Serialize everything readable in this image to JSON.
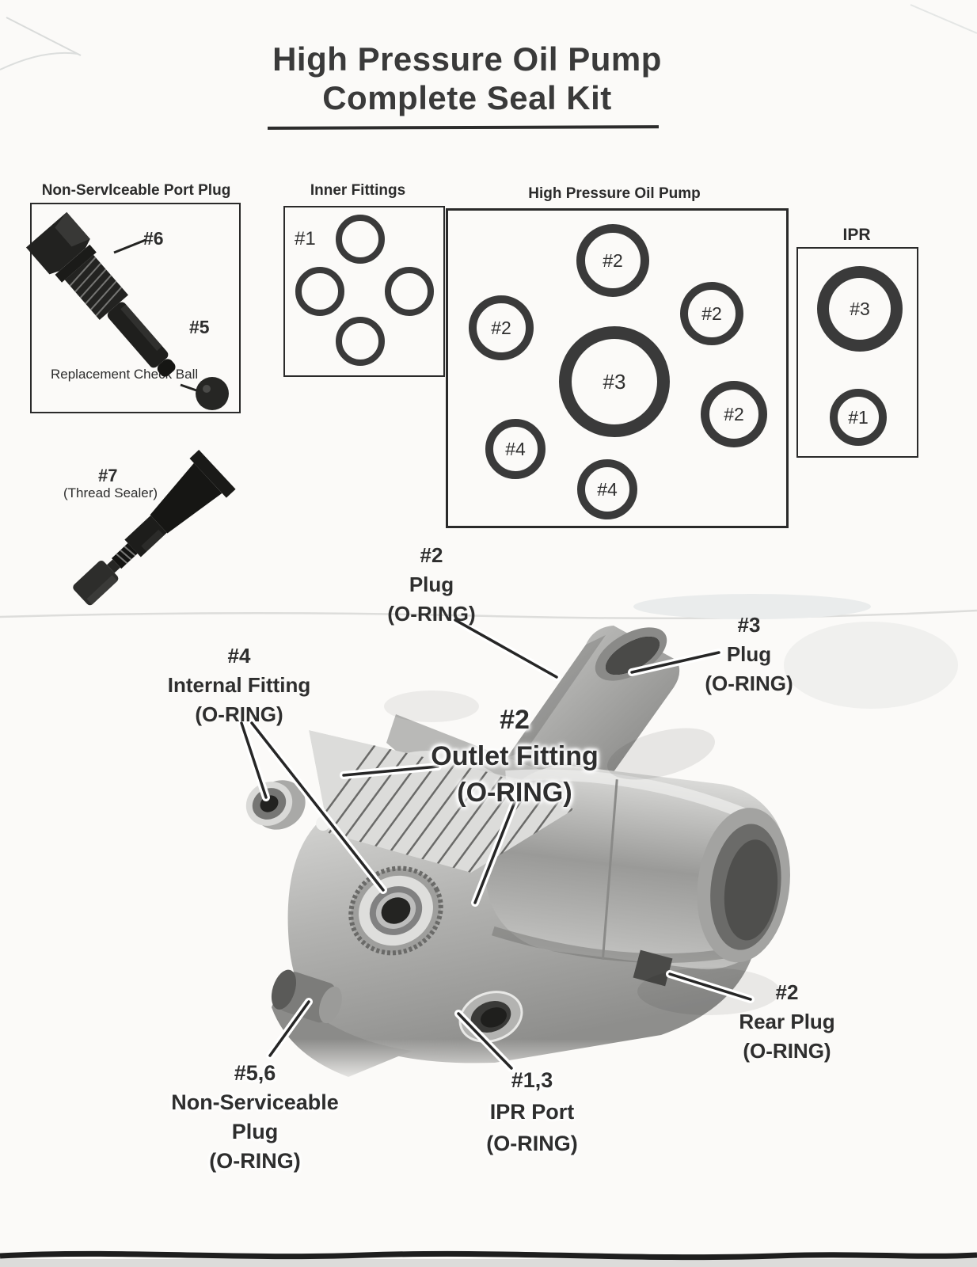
{
  "title": {
    "line1": "High Pressure Oil Pump",
    "line2": "Complete Seal Kit"
  },
  "port_plug_box": {
    "title": "Non-Servlceable Port Plug",
    "plug_head_label": "#6",
    "plug_shaft_label": "#5",
    "check_ball_label": "Replacement Check Ball"
  },
  "inner_fittings_box": {
    "title": "Inner Fittings",
    "ring_label": "#1"
  },
  "oil_pump_box": {
    "title": "High Pressure Oil Pump",
    "rings": [
      "#2",
      "#2",
      "#2",
      "#3",
      "#2",
      "#4",
      "#4"
    ]
  },
  "ipr_box": {
    "title": "IPR",
    "ring_top_label": "#3",
    "ring_bottom_label": "#1"
  },
  "thread_sealer": {
    "label": "#7",
    "sublabel": "(Thread Sealer)"
  },
  "callouts": {
    "plug_top": {
      "num": "#2",
      "name": "Plug",
      "seal": "(O-RING)"
    },
    "plug_right": {
      "num": "#3",
      "name": "Plug",
      "seal": "(O-RING)"
    },
    "internal_fitting": {
      "num": "#4",
      "name": "Internal Fitting",
      "seal": "(O-RING)"
    },
    "outlet_fitting": {
      "num": "#2",
      "name": "Outlet Fitting",
      "seal": "(O-RING)"
    },
    "rear_plug": {
      "num": "#2",
      "name": "Rear Plug",
      "seal": "(O-RING)"
    },
    "non_serviceable_plug": {
      "num": "#5,6",
      "name1": "Non-Serviceable",
      "name2": "Plug",
      "seal": "(O-RING)"
    },
    "ipr_port": {
      "num": "#1,3",
      "name": "IPR Port",
      "seal": "(O-RING)"
    }
  },
  "colors": {
    "ink": "#343434",
    "ring": "#3a3a3a",
    "paper": "#fbfaf8",
    "photo_metal": "#b9b9b7"
  }
}
